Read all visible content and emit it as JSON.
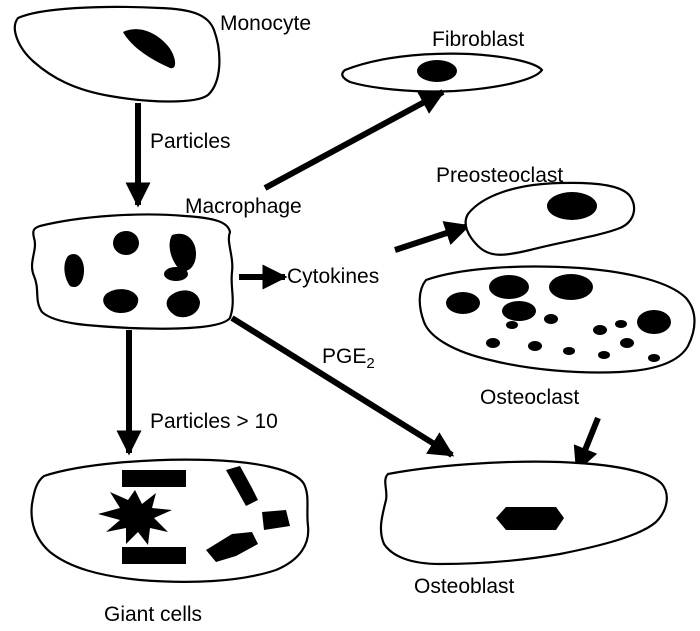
{
  "labels": {
    "monocyte": "Monocyte",
    "particles": "Particles",
    "fibroblast": "Fibroblast",
    "macrophage": "Macrophage",
    "preosteoclast": "Preosteoclast",
    "cytokines": "Cytokines",
    "pge_base": "PGE",
    "pge_sub": "2",
    "osteoclast": "Osteoclast",
    "particles_gt10": "Particles > 10",
    "osteoblast": "Osteoblast",
    "giant_cells": "Giant cells"
  }
}
